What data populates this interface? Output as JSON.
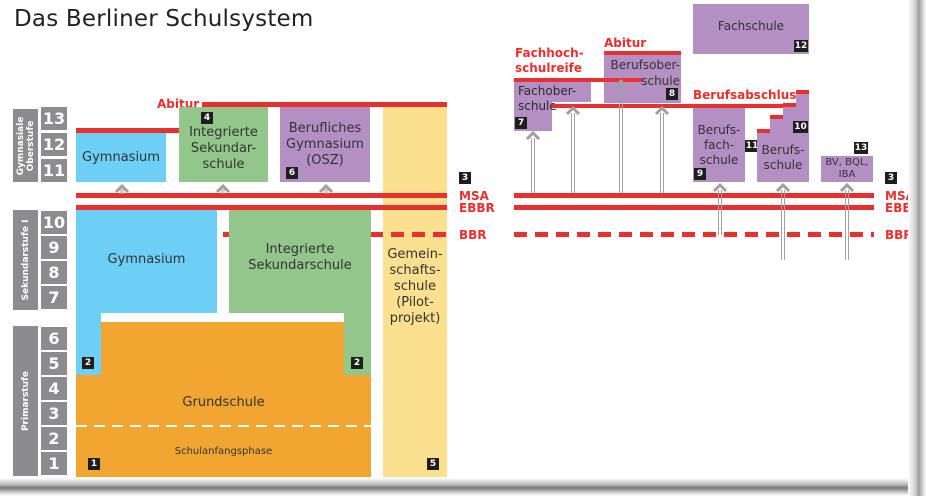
{
  "title": "Das Berliner Schulsystem",
  "stages": [
    {
      "label": "Gymnasiale Oberstufe",
      "grades": [
        "13",
        "12",
        "11"
      ]
    },
    {
      "label": "Sekundarstufe I",
      "grades": [
        "10",
        "9",
        "8",
        "7"
      ]
    },
    {
      "label": "Primarstufe",
      "grades": [
        "6",
        "5",
        "4",
        "3",
        "2",
        "1"
      ]
    }
  ],
  "qualifications": {
    "abitur": "Abitur",
    "msa": "MSA",
    "ebbr": "EBBR",
    "bbr": "BBR",
    "fachhochschulreife_line1": "Fachhoch-",
    "fachhochschulreife_line2": "schulreife",
    "abitur_right": "Abitur",
    "berufsabschluss": "Berufsabschluss"
  },
  "schools": {
    "gymnasium_upper": "Gymnasium",
    "iss_upper": "Integrierte Sekundar- schule",
    "berufliches_gymnasium": "Berufliches Gymnasium (OSZ)",
    "gymnasium_lower": "Gymnasium",
    "iss_lower": "Integrierte Sekundarschule",
    "gemeinschaftsschule": "Gemein- schafts- schule (Pilot- projekt)",
    "grundschule": "Grundschule",
    "schulanfangsphase": "Schulanfangsphase",
    "fachoberschule": "Fachober- schule",
    "berufsoberschule": "Berufsober- schule",
    "fachschule": "Fachschule",
    "berufsfachschule": "Berufs- fach- schule",
    "berufsschule": "Berufs- schule",
    "bv_bql_iba": "BV, BQL, IBA"
  },
  "badges": {
    "b1": "1",
    "b2a": "2",
    "b2b": "2",
    "b3a": "3",
    "b3b": "3",
    "b4": "4",
    "b5": "5",
    "b6": "6",
    "b7": "7",
    "b8": "8",
    "b9": "9",
    "b10": "10",
    "b11": "11",
    "b12": "12",
    "b13": "13"
  }
}
